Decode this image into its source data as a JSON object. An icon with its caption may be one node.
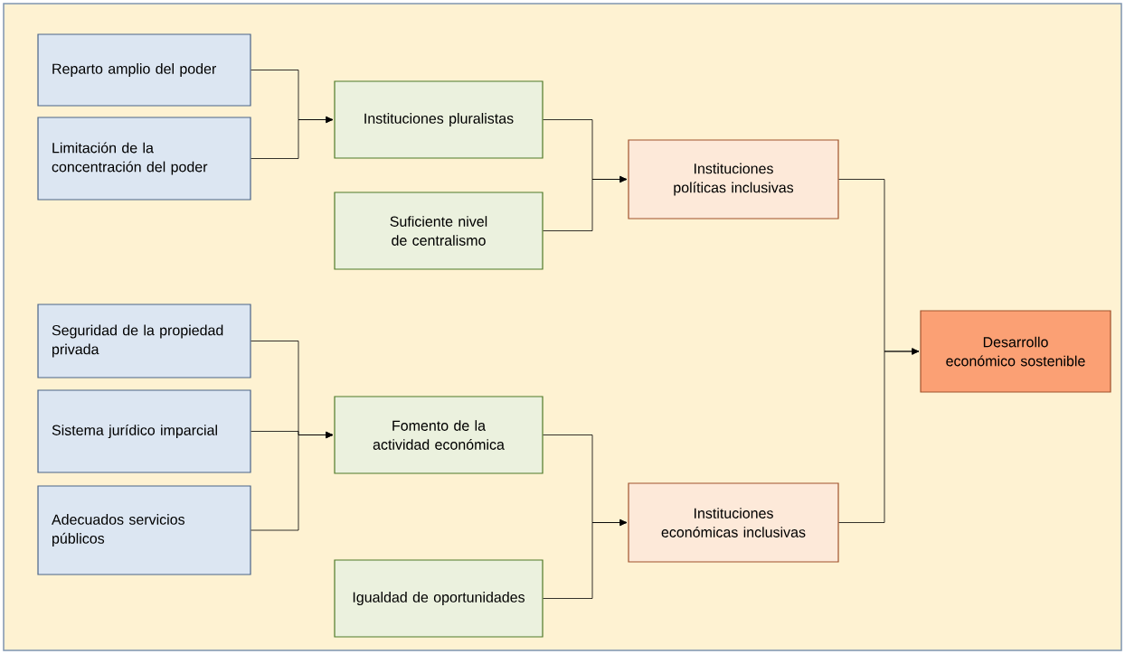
{
  "diagram": {
    "nodes": [
      {
        "text": [
          "Reparto amplio del poder"
        ]
      },
      {
        "text": [
          "Limitación de la concentración del poder"
        ]
      },
      {
        "text": [
          "Instituciones pluralistas"
        ]
      },
      {
        "text": [
          "Suficiente nivel de centralismo"
        ]
      },
      {
        "text": [
          "Instituciones políticas inclusivas"
        ]
      },
      {
        "text": [
          "Seguridad de la propiedad privada"
        ]
      },
      {
        "text": [
          "Sistema jurídico imparcial"
        ]
      },
      {
        "text": [
          "Adecuados servicios públicos"
        ]
      },
      {
        "text": [
          "Fomento de la actividad económica"
        ]
      },
      {
        "text": [
          "Igualdad de oportunidades"
        ]
      },
      {
        "text": [
          "Instituciones económicas inclusivas"
        ]
      },
      {
        "text": [
          "Desarrollo económico sostenible"
        ]
      }
    ],
    "edges": [
      {
        "from": 0,
        "to": 2,
        "arrow": "to"
      },
      {
        "from": 1,
        "to": 2,
        "arrow": "to"
      },
      {
        "from": 2,
        "to": 4,
        "arrow": "to"
      },
      {
        "from": 3,
        "to": 4,
        "arrow": "to"
      },
      {
        "from": 5,
        "to": 8,
        "arrow": "to"
      },
      {
        "from": 6,
        "to": 8,
        "arrow": "to"
      },
      {
        "from": 7,
        "to": 8,
        "arrow": "to"
      },
      {
        "from": 8,
        "to": 10,
        "arrow": "to"
      },
      {
        "from": 9,
        "to": 10,
        "arrow": "to"
      },
      {
        "from": 4,
        "to": 11,
        "arrow": "to"
      },
      {
        "from": 10,
        "to": 11,
        "arrow": "to"
      }
    ]
  }
}
